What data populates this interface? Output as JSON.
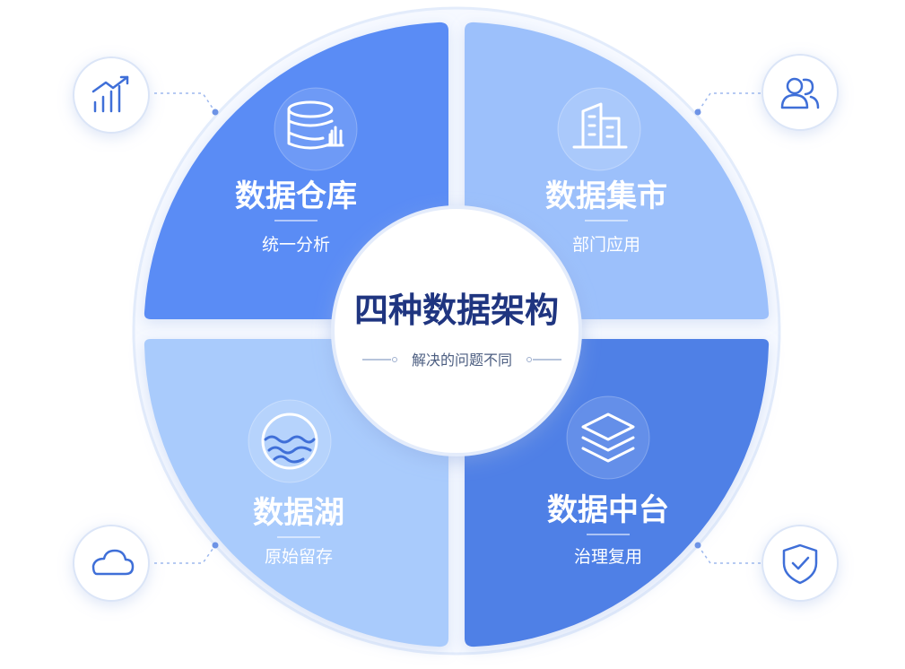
{
  "center": {
    "title": "四种数据架构",
    "subtitle": "解决的问题不同"
  },
  "quadrants": [
    {
      "id": "warehouse",
      "title": "数据仓库",
      "subtitle": "统一分析",
      "icon": "database-chart-icon",
      "fill": "#5a8cf5"
    },
    {
      "id": "mart",
      "title": "数据集市",
      "subtitle": "部门应用",
      "icon": "buildings-icon",
      "fill": "#9cc0fb"
    },
    {
      "id": "lake",
      "title": "数据湖",
      "subtitle": "原始留存",
      "icon": "water-waves-icon",
      "fill": "#a9cbfc"
    },
    {
      "id": "middle-platform",
      "title": "数据中台",
      "subtitle": "治理复用",
      "icon": "layers-stack-icon",
      "fill": "#4f80e6"
    }
  ],
  "side_icons": [
    {
      "id": "growth",
      "icon": "growth-chart-icon"
    },
    {
      "id": "users",
      "icon": "users-icon"
    },
    {
      "id": "cloud",
      "icon": "cloud-icon"
    },
    {
      "id": "shield",
      "icon": "shield-check-icon"
    }
  ],
  "colors": {
    "accent": "#3f6fd8",
    "center_title": "#1f3580",
    "outer_ring": "#e3ecfb",
    "connector": "#9db8ee"
  }
}
